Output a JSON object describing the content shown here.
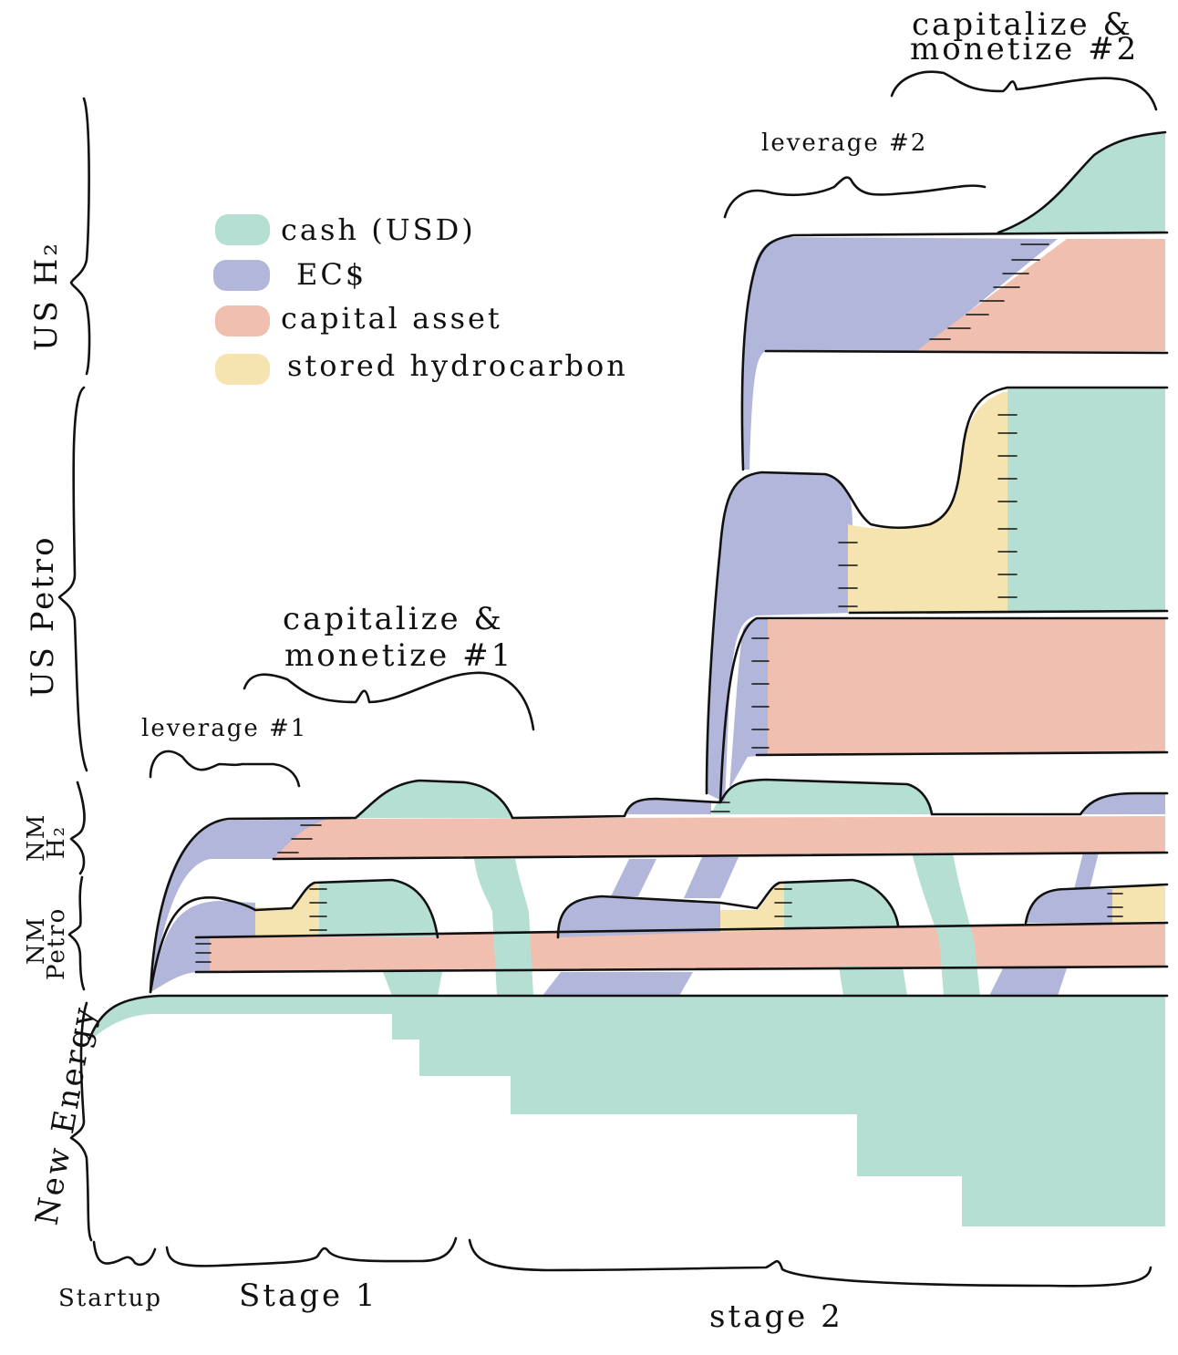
{
  "colors": {
    "cash": "#b5dfd3",
    "ecd": "#b2b6da",
    "capital_asset": "#f1bfaf",
    "stored_hydrocarbon": "#f5e3b0",
    "ink": "#111111"
  },
  "legend": {
    "cash": "cash (USD)",
    "ecd": "EC$",
    "capital_asset": "capital asset",
    "stored_hydrocarbon": "stored hydrocarbon"
  },
  "entities": {
    "us_h2": "US H₂",
    "us_petro": "US Petro",
    "nm_h2_line1": "NM",
    "nm_h2_line2": "H₂",
    "nm_petro_line1": "NM",
    "nm_petro_line2": "Petro",
    "new_energy": "New Energy"
  },
  "annotations": {
    "leverage1": "leverage #1",
    "capmon1_line1": "capitalize &",
    "capmon1_line2": "monetize #1",
    "leverage2": "leverage #2",
    "capmon2_line1": "capitalize &",
    "capmon2_line2": "monetize #2"
  },
  "stages": {
    "startup": "Startup",
    "stage1": "Stage 1",
    "stage2": "stage 2"
  }
}
